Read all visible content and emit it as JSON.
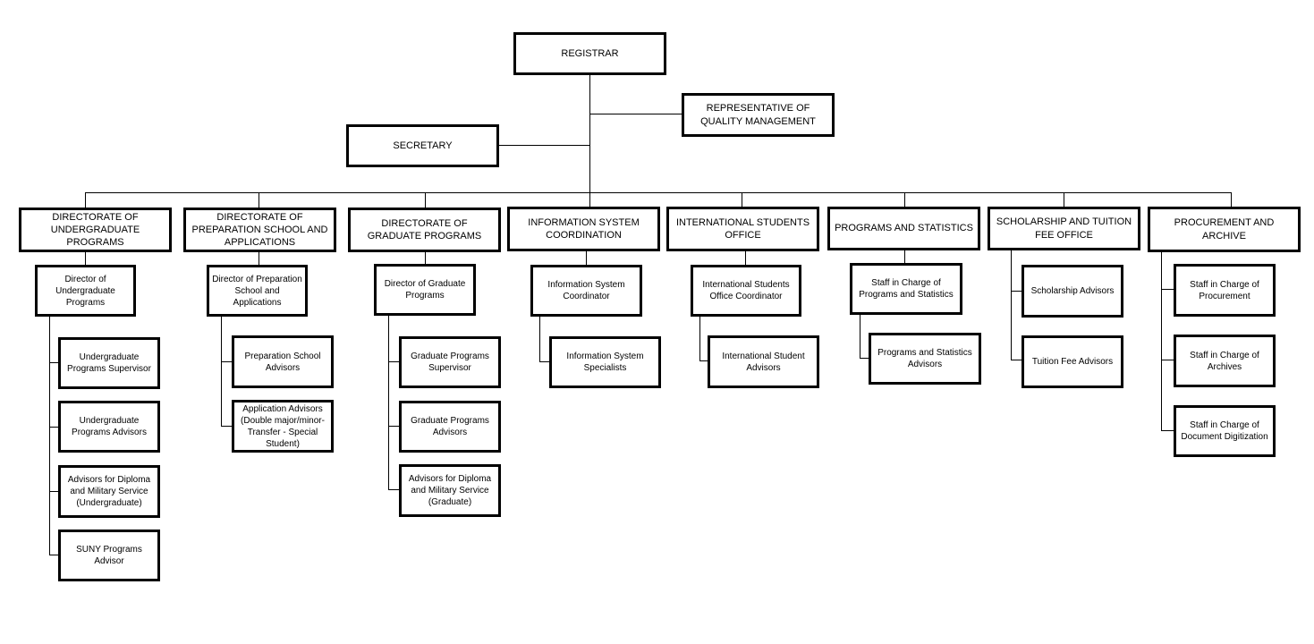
{
  "registrar": "REGISTRAR",
  "quality": "REPRESENTATIVE OF QUALITY MANAGEMENT",
  "secretary": "SECRETARY",
  "dir": [
    {
      "title": "DIRECTORATE OF UNDERGRADUATE PROGRAMS",
      "lead": "Director of Undergraduate Programs",
      "staff": [
        "Undergraduate Programs Supervisor",
        "Undergraduate Programs Advisors",
        "Advisors for Diploma and Military Service (Undergraduate)",
        "SUNY Programs Advisor"
      ]
    },
    {
      "title": "DIRECTORATE OF PREPARATION SCHOOL AND APPLICATIONS",
      "lead": "Director of Preparation School and Applications",
      "staff": [
        "Preparation School Advisors",
        "Application Advisors (Double major/minor-Transfer - Special Student)"
      ]
    },
    {
      "title": "DIRECTORATE OF GRADUATE PROGRAMS",
      "lead": "Director of Graduate Programs",
      "staff": [
        "Graduate Programs Supervisor",
        "Graduate Programs Advisors",
        "Advisors for Diploma and Military Service (Graduate)"
      ]
    },
    {
      "title": "INFORMATION SYSTEM COORDINATION",
      "lead": "Information System Coordinator",
      "staff": [
        "Information System Specialists"
      ]
    },
    {
      "title": "INTERNATIONAL STUDENTS OFFICE",
      "lead": "International Students Office Coordinator",
      "staff": [
        "International Student Advisors"
      ]
    },
    {
      "title": "PROGRAMS AND STATISTICS",
      "lead": "Staff in Charge of Programs and Statistics",
      "staff": [
        "Programs and Statistics Advisors"
      ]
    },
    {
      "title": "SCHOLARSHIP AND TUITION FEE OFFICE",
      "lead": "",
      "staff": [
        "Scholarship Advisors",
        "Tuition Fee Advisors"
      ]
    },
    {
      "title": "PROCUREMENT AND ARCHIVE",
      "lead": "",
      "staff": [
        "Staff in Charge of Procurement",
        "Staff in Charge of Archives",
        "Staff in Charge of Document Digitization"
      ]
    }
  ]
}
